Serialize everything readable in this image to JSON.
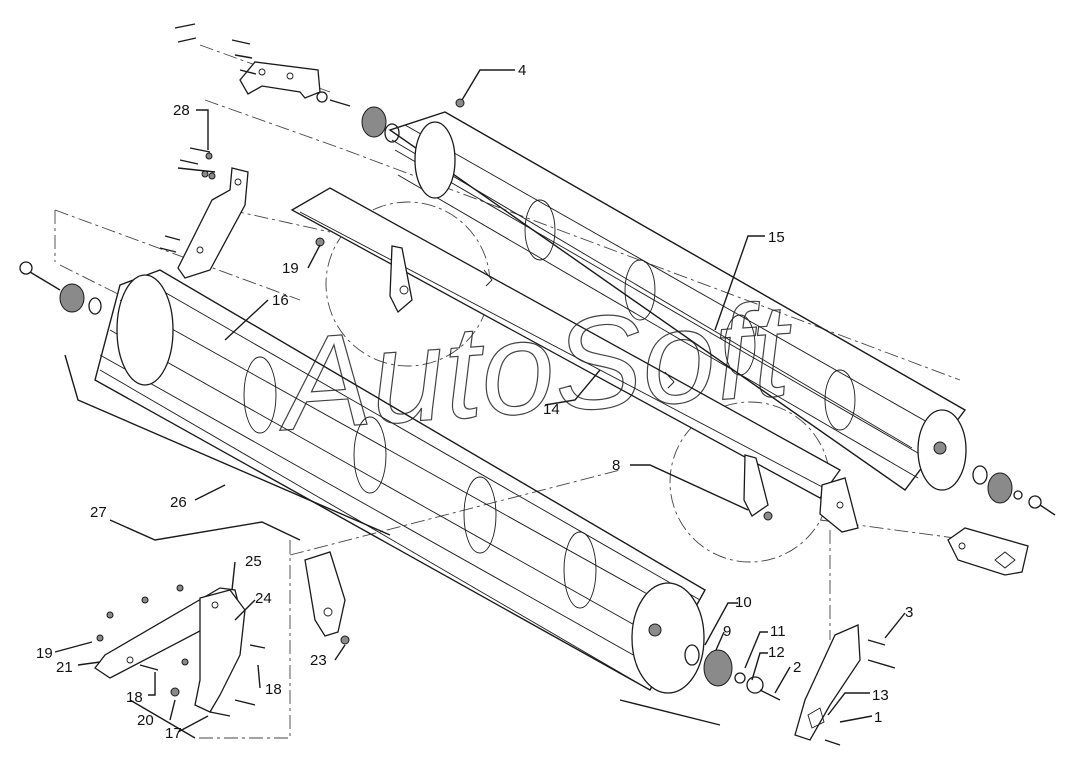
{
  "diagram": {
    "watermark": "AutoSoft",
    "callouts": [
      "1",
      "2",
      "3",
      "4",
      "8",
      "9",
      "10",
      "11",
      "12",
      "13",
      "14",
      "15",
      "16",
      "17",
      "18",
      "19",
      "20",
      "21",
      "23",
      "24",
      "25",
      "26",
      "27",
      "28"
    ],
    "labels": {
      "c1": "1",
      "c2": "2",
      "c3": "3",
      "c4": "4",
      "c8": "8",
      "c9": "9",
      "c10": "10",
      "c11": "11",
      "c12": "12",
      "c13": "13",
      "c14": "14",
      "c15": "15",
      "c16": "16",
      "c17": "17",
      "c18a": "18",
      "c18b": "18",
      "c19a": "19",
      "c19b": "19",
      "c20": "20",
      "c21": "21",
      "c23": "23",
      "c24": "24",
      "c25": "25",
      "c26": "26",
      "c27": "27",
      "c28": "28"
    }
  }
}
